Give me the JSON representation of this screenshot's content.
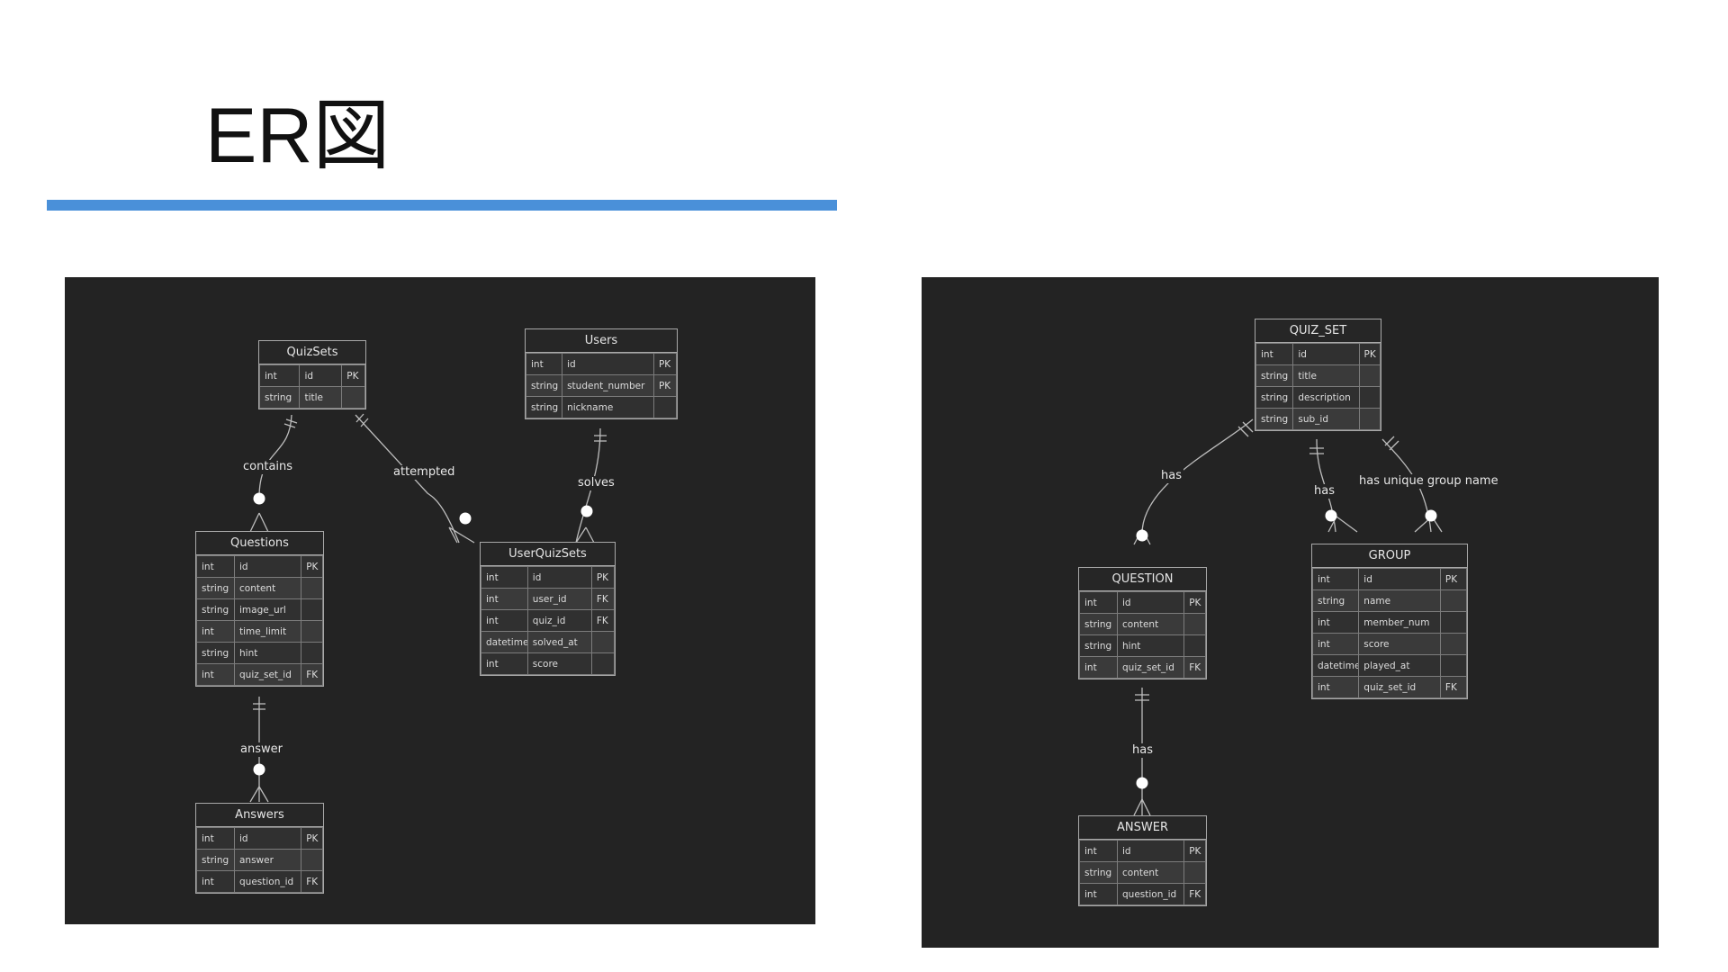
{
  "slide": {
    "title": "ER図",
    "accent_color": "#4a90d9"
  },
  "diagrams": {
    "left": {
      "entities": {
        "quizsets": {
          "name": "QuizSets",
          "attributes": [
            [
              "int",
              "id",
              "PK"
            ],
            [
              "string",
              "title",
              ""
            ]
          ]
        },
        "users": {
          "name": "Users",
          "attributes": [
            [
              "int",
              "id",
              "PK"
            ],
            [
              "string",
              "student_number",
              "PK"
            ],
            [
              "string",
              "nickname",
              ""
            ]
          ]
        },
        "questions": {
          "name": "Questions",
          "attributes": [
            [
              "int",
              "id",
              "PK"
            ],
            [
              "string",
              "content",
              ""
            ],
            [
              "string",
              "image_url",
              ""
            ],
            [
              "int",
              "time_limit",
              ""
            ],
            [
              "string",
              "hint",
              ""
            ],
            [
              "int",
              "quiz_set_id",
              "FK"
            ]
          ]
        },
        "userquizsets": {
          "name": "UserQuizSets",
          "attributes": [
            [
              "int",
              "id",
              "PK"
            ],
            [
              "int",
              "user_id",
              "FK"
            ],
            [
              "int",
              "quiz_id",
              "FK"
            ],
            [
              "datetime",
              "solved_at",
              ""
            ],
            [
              "int",
              "score",
              ""
            ]
          ]
        },
        "answers": {
          "name": "Answers",
          "attributes": [
            [
              "int",
              "id",
              "PK"
            ],
            [
              "string",
              "answer",
              ""
            ],
            [
              "int",
              "question_id",
              "FK"
            ]
          ]
        }
      },
      "relations": {
        "contains": "contains",
        "attempted": "attempted",
        "solves": "solves",
        "answer": "answer"
      }
    },
    "right": {
      "entities": {
        "quiz_set": {
          "name": "QUIZ_SET",
          "attributes": [
            [
              "int",
              "id",
              "PK"
            ],
            [
              "string",
              "title",
              ""
            ],
            [
              "string",
              "description",
              ""
            ],
            [
              "string",
              "sub_id",
              ""
            ]
          ]
        },
        "question": {
          "name": "QUESTION",
          "attributes": [
            [
              "int",
              "id",
              "PK"
            ],
            [
              "string",
              "content",
              ""
            ],
            [
              "string",
              "hint",
              ""
            ],
            [
              "int",
              "quiz_set_id",
              "FK"
            ]
          ]
        },
        "group": {
          "name": "GROUP",
          "attributes": [
            [
              "int",
              "id",
              "PK"
            ],
            [
              "string",
              "name",
              ""
            ],
            [
              "int",
              "member_num",
              ""
            ],
            [
              "int",
              "score",
              ""
            ],
            [
              "datetime",
              "played_at",
              ""
            ],
            [
              "int",
              "quiz_set_id",
              "FK"
            ]
          ]
        },
        "answer": {
          "name": "ANSWER",
          "attributes": [
            [
              "int",
              "id",
              "PK"
            ],
            [
              "string",
              "content",
              ""
            ],
            [
              "int",
              "question_id",
              "FK"
            ]
          ]
        }
      },
      "relations": {
        "has_question": "has",
        "has_group": "has",
        "unique_group_name": "has unique group name",
        "has_answer": "has"
      }
    }
  }
}
